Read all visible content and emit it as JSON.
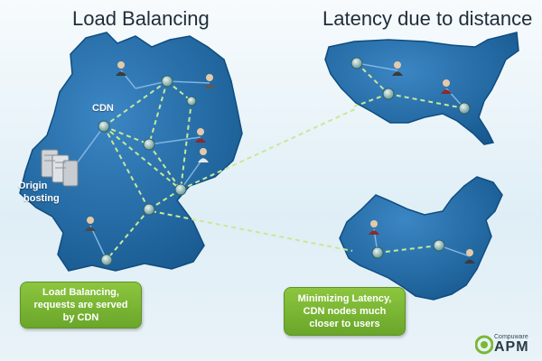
{
  "titles": {
    "left": "Load Balancing",
    "right": "Latency due to distance"
  },
  "labels": {
    "cdn": "CDN",
    "origin_line1": "Origin",
    "origin_line2": "hosting"
  },
  "callouts": {
    "left": "Load Balancing,\nrequests are served\nby CDN",
    "right": "Minimizing Latency,\nCDN nodes much\ncloser to users"
  },
  "logo": {
    "small": "Compuware",
    "big": "APM"
  },
  "colors": {
    "map_fill": "#1f6aa7",
    "map_edge": "#0f4d80",
    "link_dashed": "#c9e89a",
    "link_solid": "#7fb4e0",
    "callout_green": "#7ab833"
  }
}
